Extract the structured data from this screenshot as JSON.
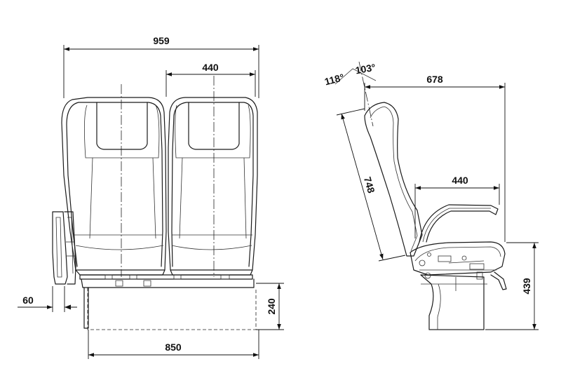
{
  "dimensions": {
    "total_width": "959",
    "seat_width": "440",
    "armrest_offset": "60",
    "base_width": "850",
    "base_height": "240",
    "recline_max_angle": "118°",
    "recline_min_angle": "103°",
    "side_depth": "678",
    "backrest_length": "748",
    "seat_depth": "440",
    "seat_height": "439"
  }
}
